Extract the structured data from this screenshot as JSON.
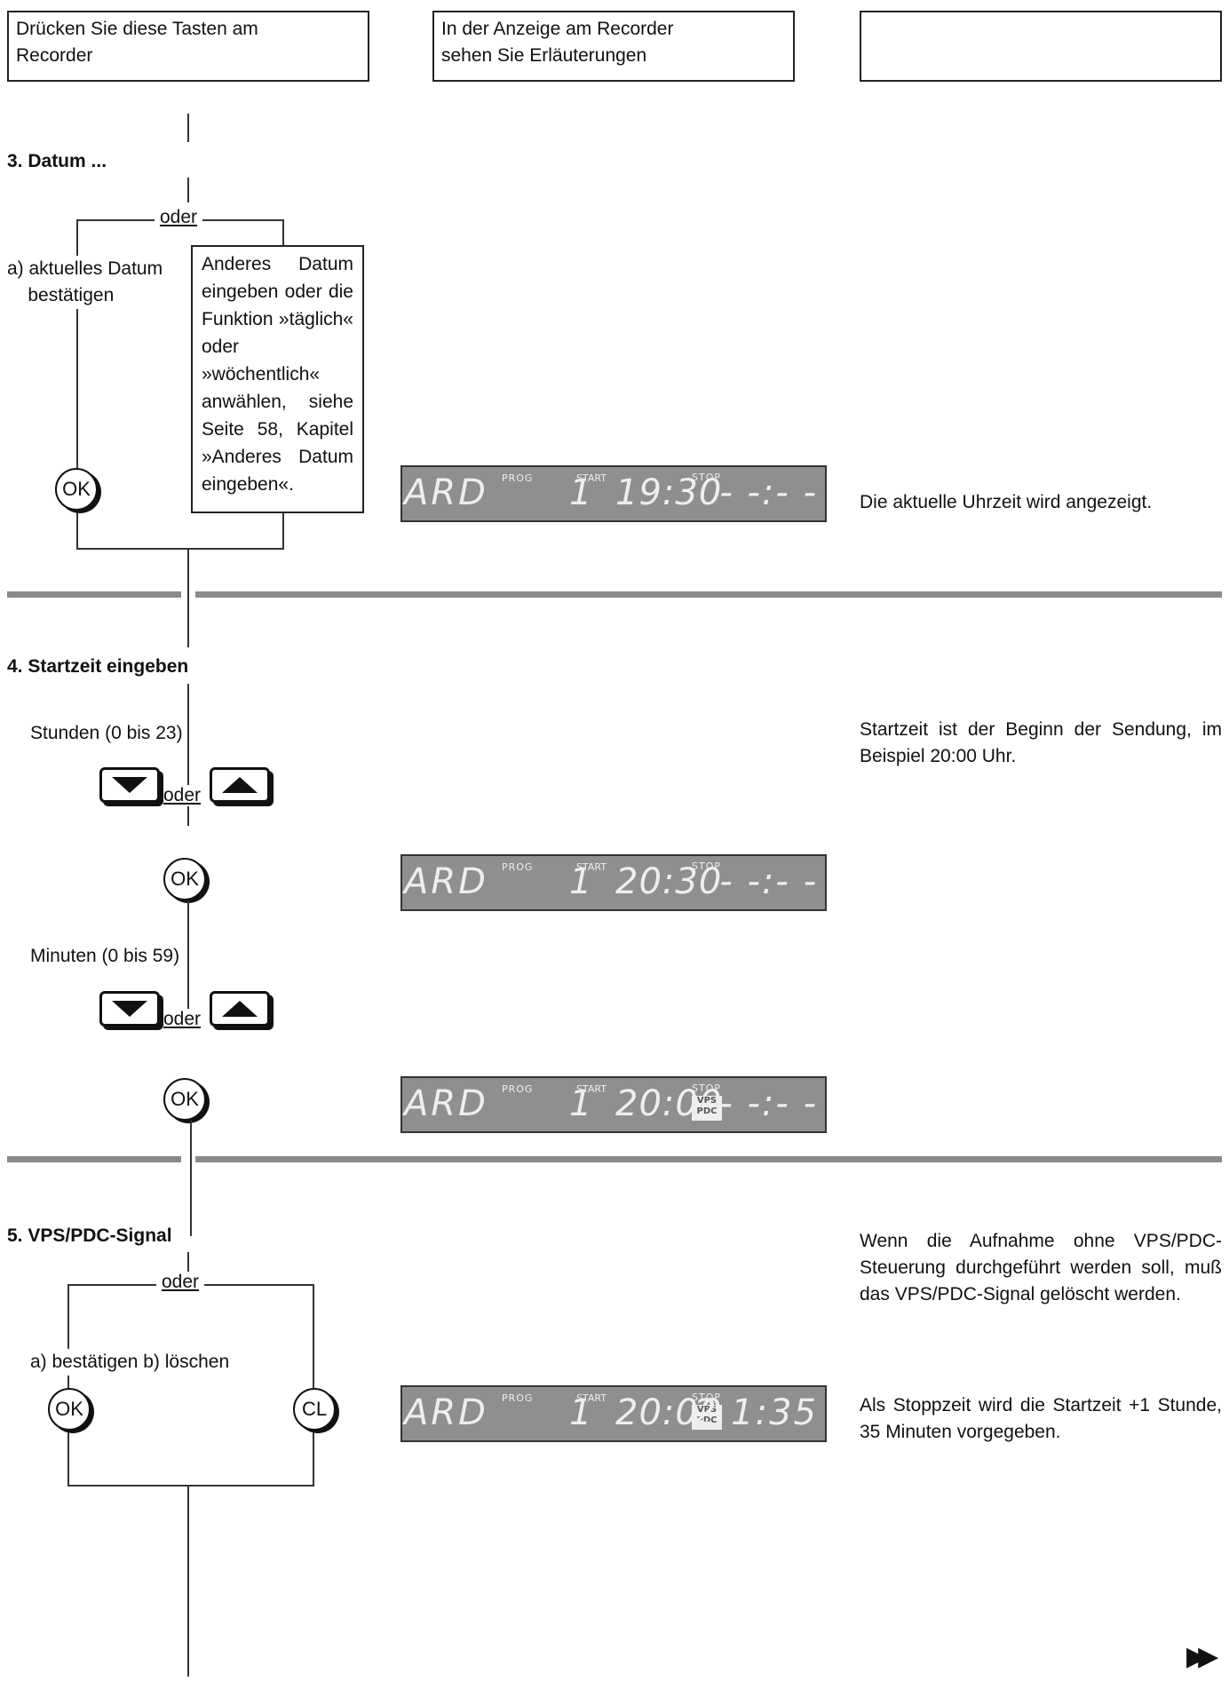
{
  "header": {
    "col1": "Drücken Sie diese Tasten am\nRecorder",
    "col2": "In der Anzeige am Recorder\nsehen Sie Erläuterungen",
    "col3": ""
  },
  "step3": {
    "title": "3. Datum ...",
    "oder": "oder",
    "option_a": "a) aktuelles Datum\n    bestätigen",
    "note": "Anderes Datum eingeben oder die Funktion »täglich« oder »wöchentlich« anwählen, siehe Seite 58, Kapitel »Anderes Datum eingeben«.",
    "ok": "OK",
    "explain": "Die aktuelle Uhrzeit wird angezeigt."
  },
  "step4": {
    "title": "4. Startzeit eingeben",
    "hours": "Stunden (0 bis 23)",
    "minutes": "Minuten (0 bis 59)",
    "oder": "oder",
    "ok": "OK",
    "explain": "Startzeit ist der Beginn der Sendung, im Beispiel 20:00 Uhr."
  },
  "step5": {
    "title": "5. VPS/PDC-Signal",
    "oder": "oder",
    "options": "a) bestätigen b) löschen",
    "ok": "OK",
    "cl": "CL",
    "explain1": "Wenn die Aufnahme ohne VPS/PDC-Steuerung durchgeführt werden soll, muß das VPS/PDC-Signal gelöscht werden.",
    "explain2": "Als Stoppzeit wird die Startzeit +1 Stunde, 35 Minuten vorgegeben."
  },
  "lcd": {
    "channel": "ARD",
    "prog_label": "PROG",
    "prog_num": "1",
    "start_label": "START",
    "stop_label": "STOP",
    "vps_label": "VPS\nPDC",
    "display1": {
      "time": "19:30",
      "stop": "- -:- -"
    },
    "display2": {
      "time": "20:30",
      "stop": "- -:- -"
    },
    "display3": {
      "time": "20:00",
      "stop": "- -:- -"
    },
    "display4": {
      "time": "20:00",
      "stop": "2 1:35"
    }
  },
  "icons": {
    "continue": "fast-forward-icon"
  }
}
